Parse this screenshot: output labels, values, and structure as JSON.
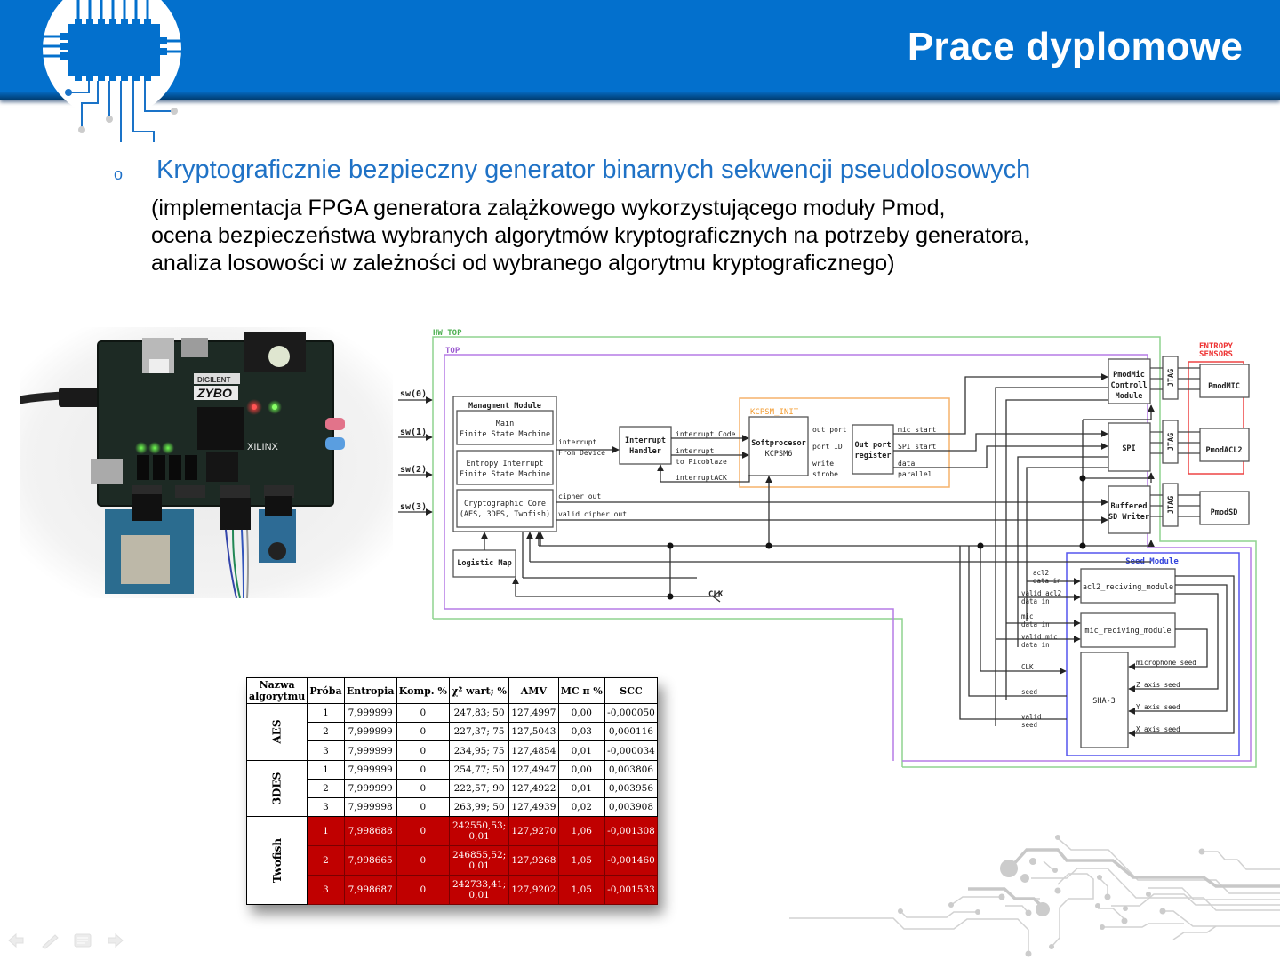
{
  "header": {
    "title": "Prace dyplomowe",
    "brand_color": "#0370cd",
    "logo_icon": "chip-circuit-icon"
  },
  "content": {
    "bullet_symbol": "o",
    "bullet_title": "Kryptograficznie bezpieczny generator binarnych sekwencji pseudolosowych",
    "description_lines": [
      "(implementacja FPGA generatora zalążkowego wykorzystującego moduły Pmod,",
      "ocena bezpieczeństwa wybranych algorytmów kryptograficznych na potrzeby generatora,",
      "analiza losowości w zależności od wybranego algorytmu kryptograficznego)"
    ],
    "title_color": "#1f72c6"
  },
  "photo": {
    "description": "ZYBO FPGA board with Pmod modules",
    "labels": {
      "brand": "DIGILENT",
      "board": "ZYBO",
      "chip": "XILINX"
    }
  },
  "diagram": {
    "hw_top_label": "HW TOP",
    "top_label": "TOP",
    "switches": [
      "sw(0)",
      "sw(1)",
      "sw(2)",
      "sw(3)"
    ],
    "management_module": {
      "title": "Managment Module",
      "main_fsm": [
        "Main",
        "Finite State Machine"
      ],
      "entropy_fsm": [
        "Entropy Interrupt",
        "Finite State Machine"
      ],
      "crypto_core": [
        "Cryptographic Core",
        "(AES, 3DES, Twofish)"
      ]
    },
    "signals": {
      "interrupt_from_device": [
        "interrupt",
        "From Device"
      ],
      "interrupt_code": "interrupt Code",
      "interrupt_to_picoblaze": [
        "interrupt",
        "to Picoblaze"
      ],
      "interrupt_ack": "interruptACK",
      "cipher_out": "cipher out",
      "valid_cipher_out": "valid cipher out",
      "out_port": "out port",
      "port_id": "port ID",
      "write_strobe": [
        "write",
        "strobe"
      ],
      "mic_start": "mic start",
      "spi_start": "SPI start",
      "data_parallel": [
        "data",
        "parallel"
      ],
      "clk": "CLK"
    },
    "interrupt_handler": [
      "Interrupt",
      "Handler"
    ],
    "kcpsm_label": "KCPSM_INIT",
    "softprocesor": [
      "Softprocesor",
      "KCPSM6"
    ],
    "out_port_register": [
      "Out port",
      "register"
    ],
    "logistic_map": "Logistic Map",
    "pmodmic_control": [
      "PmodMic",
      "Controll",
      "Module"
    ],
    "spi": "SPI",
    "sd_writer": [
      "Buffered",
      "SD Writer"
    ],
    "jtag": "JTAG",
    "entropy_sensors_label": [
      "ENTROPY",
      "SENSORS"
    ],
    "pmod_mic": "PmodMIC",
    "pmod_acl2": "PmodACL2",
    "pmod_sd": "PmodSD",
    "seed_module": {
      "title": "Seed Module",
      "acl2_module": "acl2_reciving_module",
      "mic_module": "mic_reciving_module",
      "sha3": "SHA-3",
      "inputs": [
        [
          "acl2",
          "data in"
        ],
        [
          "valid acl2",
          "data in"
        ],
        [
          "mic",
          "data in"
        ],
        [
          "valid mic",
          "data in"
        ]
      ],
      "clk": "CLK",
      "seed": "seed",
      "valid_seed": [
        "valid",
        "seed"
      ],
      "seeds": [
        "microphone seed",
        "Z axis seed",
        "Y axis seed",
        "X axis seed"
      ]
    },
    "colors": {
      "hw_top": "#8fd48f",
      "top": "#b57be6",
      "kcpsm": "#f6b26b",
      "entropy": "#ee4444",
      "seed": "#5555ee"
    }
  },
  "table": {
    "headers": [
      "Nazwa algorytmu",
      "Próba",
      "Entropia",
      "Komp. %",
      "χ² wart; %",
      "AMV",
      "MC π %",
      "SCC"
    ],
    "groups": [
      {
        "name": "AES",
        "highlight": false,
        "rows": [
          [
            "1",
            "7,999999",
            "0",
            "247,83; 50",
            "127,4997",
            "0,00",
            "-0,000050"
          ],
          [
            "2",
            "7,999999",
            "0",
            "227,37; 75",
            "127,5043",
            "0,03",
            "0,000116"
          ],
          [
            "3",
            "7,999999",
            "0",
            "234,95; 75",
            "127,4854",
            "0,01",
            "-0,000034"
          ]
        ]
      },
      {
        "name": "3DES",
        "highlight": false,
        "rows": [
          [
            "1",
            "7,999999",
            "0",
            "254,77; 50",
            "127,4947",
            "0,00",
            "0,003806"
          ],
          [
            "2",
            "7,999999",
            "0",
            "222,57; 90",
            "127,4922",
            "0,01",
            "0,003956"
          ],
          [
            "3",
            "7,999998",
            "0",
            "263,99; 50",
            "127,4939",
            "0,02",
            "0,003908"
          ]
        ]
      },
      {
        "name": "Twofish",
        "highlight": true,
        "rows": [
          [
            "1",
            "7,998688",
            "0",
            "242550,53; 0,01",
            "127,9270",
            "1,06",
            "-0,001308"
          ],
          [
            "2",
            "7,998665",
            "0",
            "246855,52; 0,01",
            "127,9268",
            "1,05",
            "-0,001460"
          ],
          [
            "3",
            "7,998687",
            "0",
            "242733,41; 0,01",
            "127,9202",
            "1,05",
            "-0,001533"
          ]
        ]
      }
    ],
    "highlight_color": "#c00000"
  },
  "navigation": {
    "icons": [
      "arrow-left-icon",
      "pen-icon",
      "menu-icon",
      "arrow-right-icon"
    ]
  }
}
